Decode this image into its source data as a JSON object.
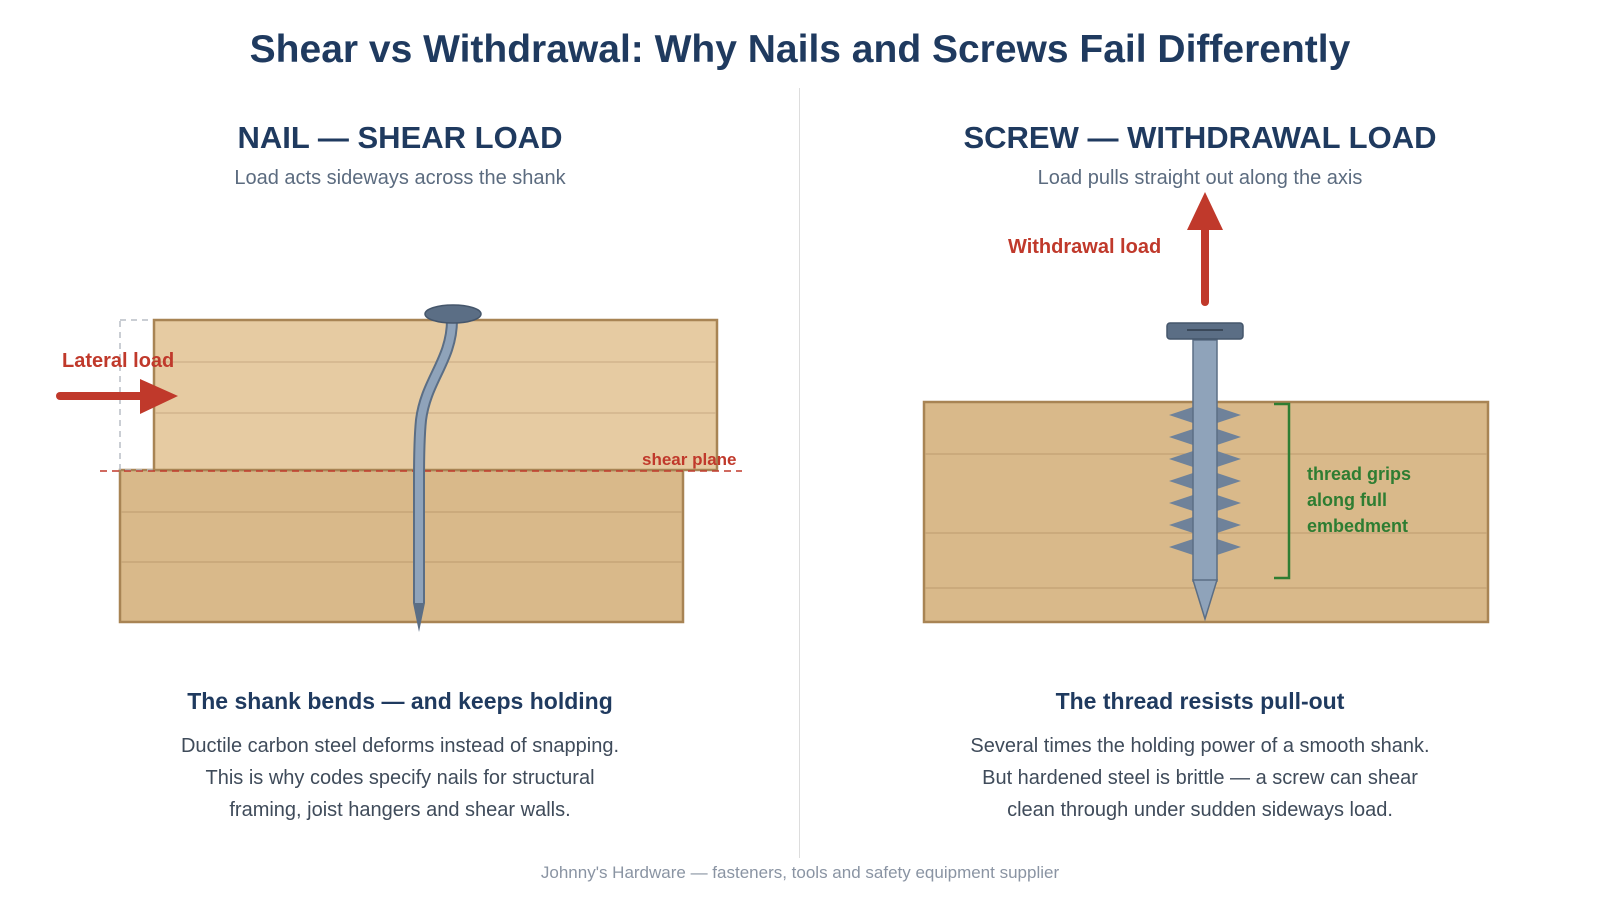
{
  "title": "Shear vs Withdrawal: Why Nails and Screws Fail Differently",
  "nail_panel": {
    "heading": "NAIL — SHEAR LOAD",
    "subtitle": "Load acts sideways across the shank",
    "load_label": "Lateral load",
    "shear_plane_label": "shear plane",
    "caption_title": "The shank bends — and keeps holding",
    "caption_lines": [
      "Ductile carbon steel deforms instead of snapping.",
      "This is why codes specify nails for structural",
      "framing, joist hangers and shear walls."
    ]
  },
  "screw_panel": {
    "heading": "SCREW — WITHDRAWAL LOAD",
    "subtitle": "Load pulls straight out along the axis",
    "load_label": "Withdrawal load",
    "thread_label_lines": [
      "thread grips",
      "along full",
      "embedment"
    ],
    "caption_title": "The thread resists pull-out",
    "caption_lines": [
      "Several times the holding power of a smooth shank.",
      "But hardened steel is brittle — a screw can shear",
      "clean through under sudden sideways load."
    ]
  },
  "footer": "Johnny's Hardware — fasteners, tools and safety equipment supplier",
  "colors": {
    "title": "#1f3a5f",
    "load_arrow": "#c0392b",
    "thread_bracket": "#2e7d32",
    "wood_lower": "#d9b98a",
    "wood_upper": "#e6cba2",
    "wood_edge": "#a88454",
    "steel": "#8fa3ba",
    "steel_dark": "#5b6e85"
  }
}
